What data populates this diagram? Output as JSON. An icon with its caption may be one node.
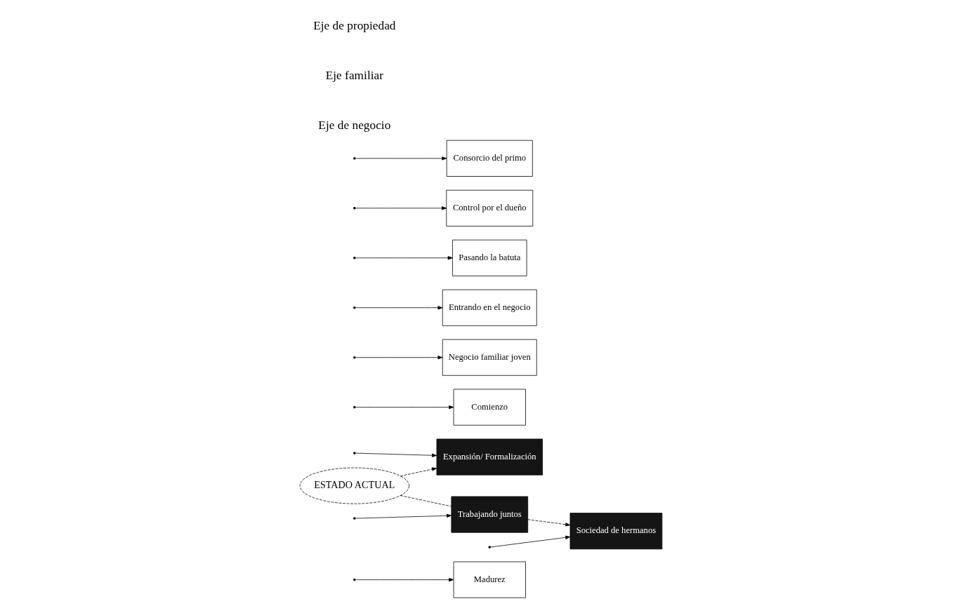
{
  "diagram": {
    "nodes": [
      {
        "text": [
          "Madurez"
        ]
      },
      {
        "text": [
          "Expansión/ Formalización"
        ]
      },
      {
        "text": [
          "Comienzo"
        ]
      },
      {
        "text": [
          "Negocio familiar joven"
        ]
      },
      {
        "text": [
          "Entrando en el negocio"
        ]
      },
      {
        "text": [
          "Trabajando juntos"
        ]
      },
      {
        "text": [
          "Pasando la batuta"
        ]
      },
      {
        "text": [
          "Control por el dueño"
        ]
      },
      {
        "text": [
          "Sociedad de hermanos"
        ]
      },
      {
        "text": [
          "Consorcio del primo"
        ]
      },
      {
        "text": [
          "ESTADO ACTUAL"
        ]
      }
    ],
    "edges": [
      {
        "from": null,
        "to": 0,
        "arrow": "to"
      },
      {
        "from": null,
        "to": 1,
        "arrow": "to"
      },
      {
        "from": null,
        "to": 2,
        "arrow": "to"
      },
      {
        "from": null,
        "to": 3,
        "arrow": "to"
      },
      {
        "from": null,
        "to": 4,
        "arrow": "to"
      },
      {
        "from": null,
        "to": 5,
        "arrow": "to"
      },
      {
        "from": null,
        "to": 6,
        "arrow": "to"
      },
      {
        "from": null,
        "to": 7,
        "arrow": "to"
      },
      {
        "from": null,
        "to": 8,
        "arrow": "to"
      },
      {
        "from": null,
        "to": 9,
        "arrow": "to"
      },
      {
        "from": 10,
        "to": 1,
        "arrow": "to",
        "style": "dashed"
      },
      {
        "from": 10,
        "to": 5,
        "arrow": "none",
        "style": "dashed"
      },
      {
        "from": 5,
        "to": 8,
        "arrow": "to",
        "style": "dashed"
      }
    ],
    "labels": [
      "Eje de negocio",
      "Eje familiar",
      "Eje de propiedad"
    ]
  }
}
